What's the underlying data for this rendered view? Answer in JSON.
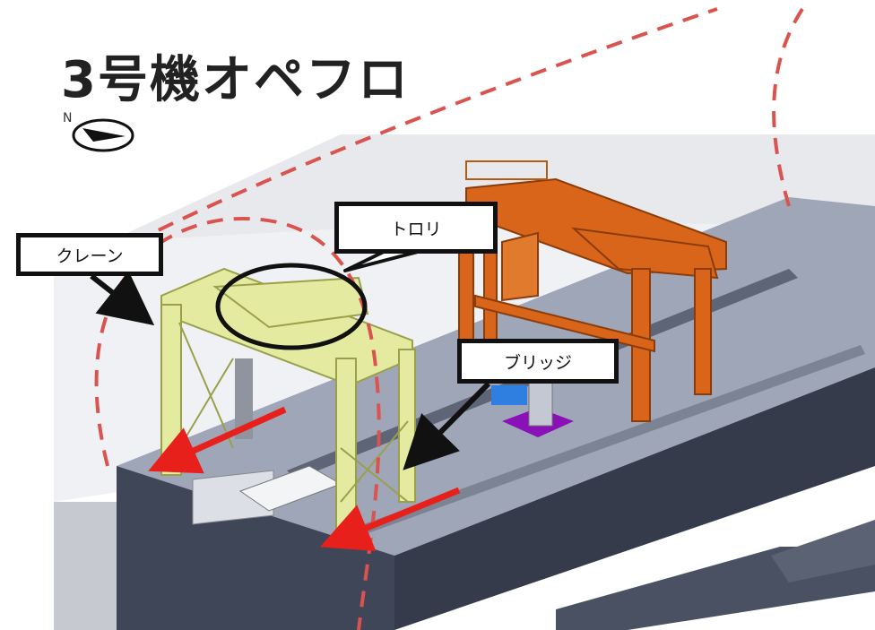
{
  "title": "3号機オペフロ",
  "compass": {
    "north_label": "N",
    "icon": "compass-icon"
  },
  "labels": {
    "crane": "クレーン",
    "trolley": "トロリ",
    "bridge": "ブリッジ"
  },
  "colors": {
    "crane": "#e4eba0",
    "gantry": "#d9651a",
    "floor": "#9ea6b8",
    "floor_side": "#3f4657",
    "dashed_boundary": "#d9534f",
    "movement_arrow": "#e8201c",
    "purple_pad": "#8a10b8",
    "blue_equipment": "#2f7fe0"
  }
}
